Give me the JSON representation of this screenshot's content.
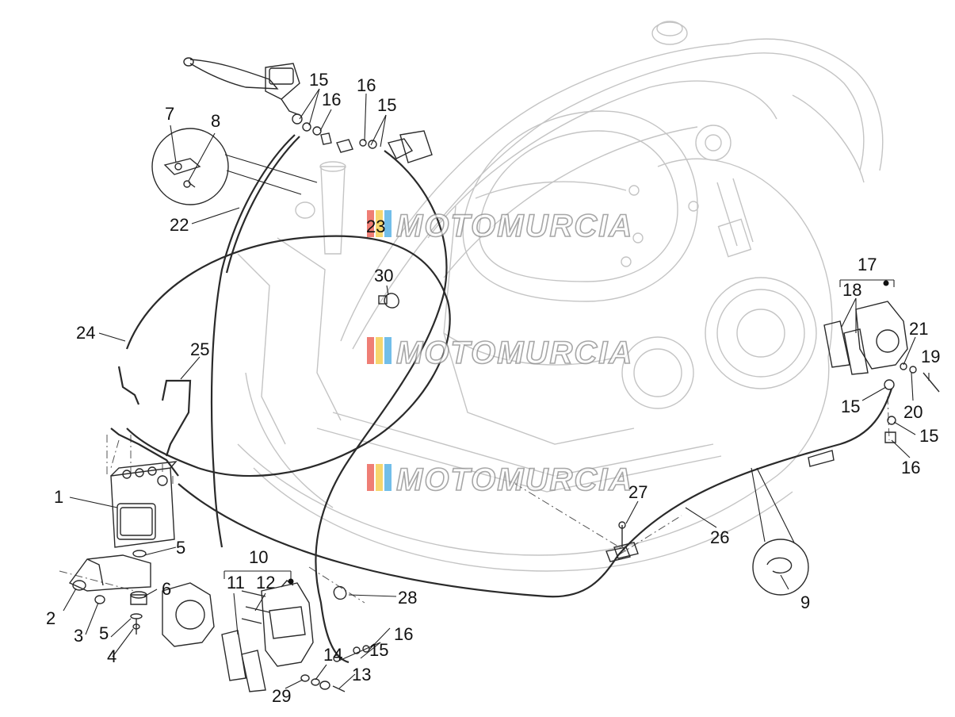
{
  "watermark": "MOTOMURCIA",
  "watermark_colors": [
    "#e8473b",
    "#f2c530",
    "#36a3df"
  ],
  "callouts": {
    "p1": "1",
    "p2": "2",
    "p3": "3",
    "p4": "4",
    "p5a": "5",
    "p5b": "5",
    "p6": "6",
    "p7": "7",
    "p8": "8",
    "p9": "9",
    "p10": "10",
    "p11": "11",
    "p12": "12",
    "p13": "13",
    "p14": "14",
    "p15a": "15",
    "p15b": "15",
    "p15c": "15",
    "p15d": "15",
    "p15e": "15",
    "p16a": "16",
    "p16b": "16",
    "p16c": "16",
    "p16d": "16",
    "p17": "17",
    "p18": "18",
    "p19": "19",
    "p20": "20",
    "p21": "21",
    "p22": "22",
    "p23": "23",
    "p24": "24",
    "p25": "25",
    "p26": "26",
    "p27": "27",
    "p28": "28",
    "p29": "29",
    "p30": "30"
  }
}
